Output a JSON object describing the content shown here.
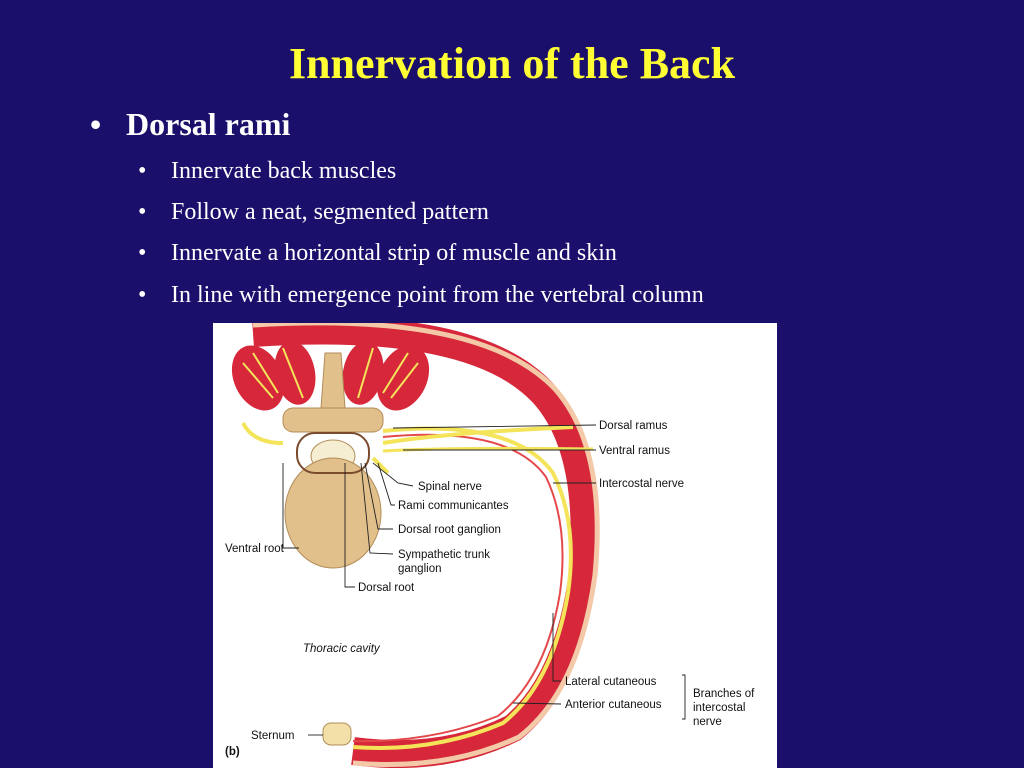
{
  "slide": {
    "title": "Innervation of the Back",
    "bullet_char": "•",
    "heading": "Dorsal rami",
    "subitems": [
      "Innervate back muscles",
      "Follow a neat, segmented pattern",
      "Innervate a horizontal strip of muscle and skin",
      "In line with emergence point from the vertebral column"
    ]
  },
  "figure": {
    "labels": {
      "dorsal_ramus": "Dorsal ramus",
      "ventral_ramus": "Ventral ramus",
      "intercostal_nerve": "Intercostal nerve",
      "spinal_nerve": "Spinal nerve",
      "rami_communicantes": "Rami communicantes",
      "dorsal_root_ganglion": "Dorsal root ganglion",
      "sympathetic_trunk_1": "Sympathetic trunk",
      "sympathetic_trunk_2": "ganglion",
      "ventral_root": "Ventral root",
      "dorsal_root": "Dorsal root",
      "thoracic_cavity": "Thoracic cavity",
      "lateral_cutaneous": "Lateral cutaneous",
      "anterior_cutaneous": "Anterior cutaneous",
      "branches_1": "Branches of",
      "branches_2": "intercostal",
      "branches_3": "nerve",
      "sternum": "Sternum",
      "panel": "(b)"
    },
    "colors": {
      "muscle": "#d6283a",
      "nerve": "#f3e45a",
      "bone": "#e2c08c",
      "background": "#1a0f6b",
      "title": "#ffff33"
    }
  }
}
